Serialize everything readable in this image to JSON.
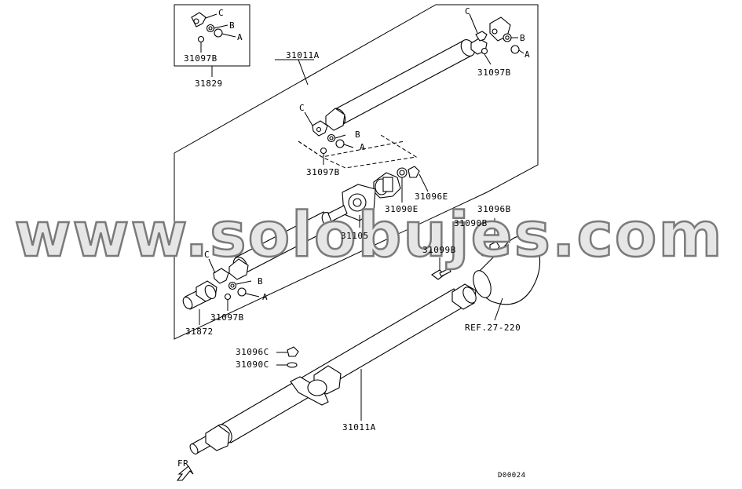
{
  "diagram": {
    "labels": {
      "l31829": "31829",
      "l31097B_box": "31097B",
      "l31011A_top": "31011A",
      "l31097B_right": "31097B",
      "l31097B_mid": "31097B",
      "l31096E": "31096E",
      "l31090E": "31090E",
      "l31105": "31105",
      "l31096B": "31096B",
      "l31090B": "31090B",
      "l31099B": "31099B",
      "l31097B_low": "31097B",
      "l31872": "31872",
      "lRef": "REF.27-220",
      "l31096C": "31096C",
      "l31090C": "31090C",
      "l31011A_bottom": "31011A",
      "lFR": "FR",
      "lCode": "D00024"
    },
    "letters": {
      "A": "A",
      "B": "B",
      "C": "C"
    },
    "watermark": "www.solobujes.com"
  }
}
